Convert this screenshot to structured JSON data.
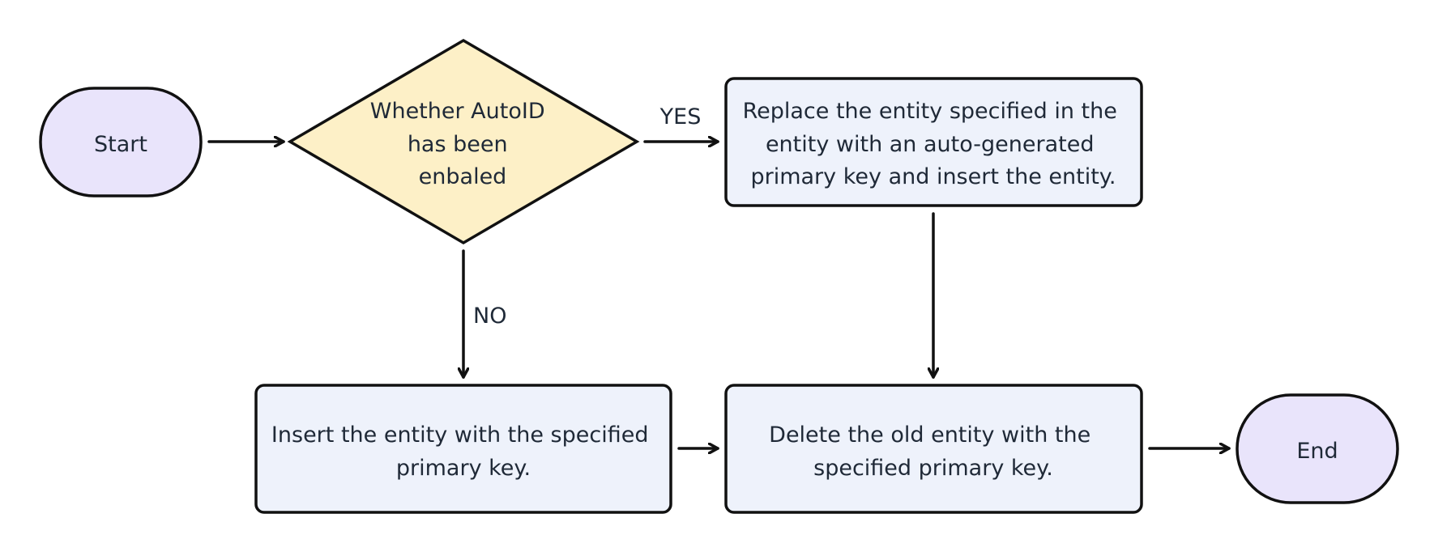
{
  "colors": {
    "terminal_fill": "#e9e4fb",
    "decision_fill": "#fdf0c7",
    "process_fill": "#eef2fb",
    "stroke": "#111111",
    "text": "#1f2937"
  },
  "nodes": {
    "start": {
      "lines": [
        "Start"
      ]
    },
    "decision": {
      "lines": [
        "Whether AutoID",
        "has been",
        "enbaled"
      ]
    },
    "replace": {
      "lines": [
        "Replace the entity specified in the",
        "entity with an auto-generated",
        "primary key and insert the entity."
      ]
    },
    "insert": {
      "lines": [
        "Insert the entity with the specified",
        "primary key."
      ]
    },
    "delete": {
      "lines": [
        "Delete the old entity with the",
        "specified primary key."
      ]
    },
    "end": {
      "lines": [
        "End"
      ]
    }
  },
  "edges": {
    "yes_label": "YES",
    "no_label": "NO"
  }
}
